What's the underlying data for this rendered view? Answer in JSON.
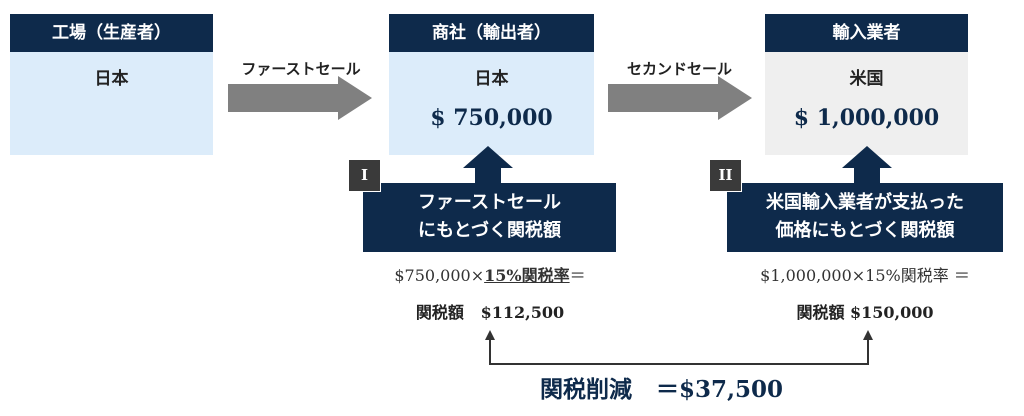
{
  "factory": {
    "title": "工場（生産者）",
    "country": "日本"
  },
  "trader": {
    "title": "商社（輸出者）",
    "country": "日本",
    "price": "$ 750,000"
  },
  "importer": {
    "title": "輸入業者",
    "country": "米国",
    "price": "$ 1,000,000"
  },
  "arrows": {
    "first_sale": "ファーストセール",
    "second_sale": "セカンドセール"
  },
  "case1": {
    "badge": "I",
    "line1": "ファーストセール",
    "line2": "にもとづく関税額",
    "calc_prefix": "$750,000×",
    "calc_rate": "15%関税率",
    "calc_suffix": "＝",
    "result_label": "関税額",
    "result_value": "$112,500"
  },
  "case2": {
    "badge": "II",
    "line1": "米国輸入業者が支払った",
    "line2": "価格にもとづく関税額",
    "calc": "$1,000,000×15%関税率 ＝",
    "result": "関税額 $150,000"
  },
  "saving": {
    "label": "関税削減",
    "value": "＝$37,500"
  },
  "colors": {
    "navy": "#0e2a4b",
    "light_blue": "#dcecfa",
    "gray": "#efefef",
    "arrow": "#808080"
  }
}
